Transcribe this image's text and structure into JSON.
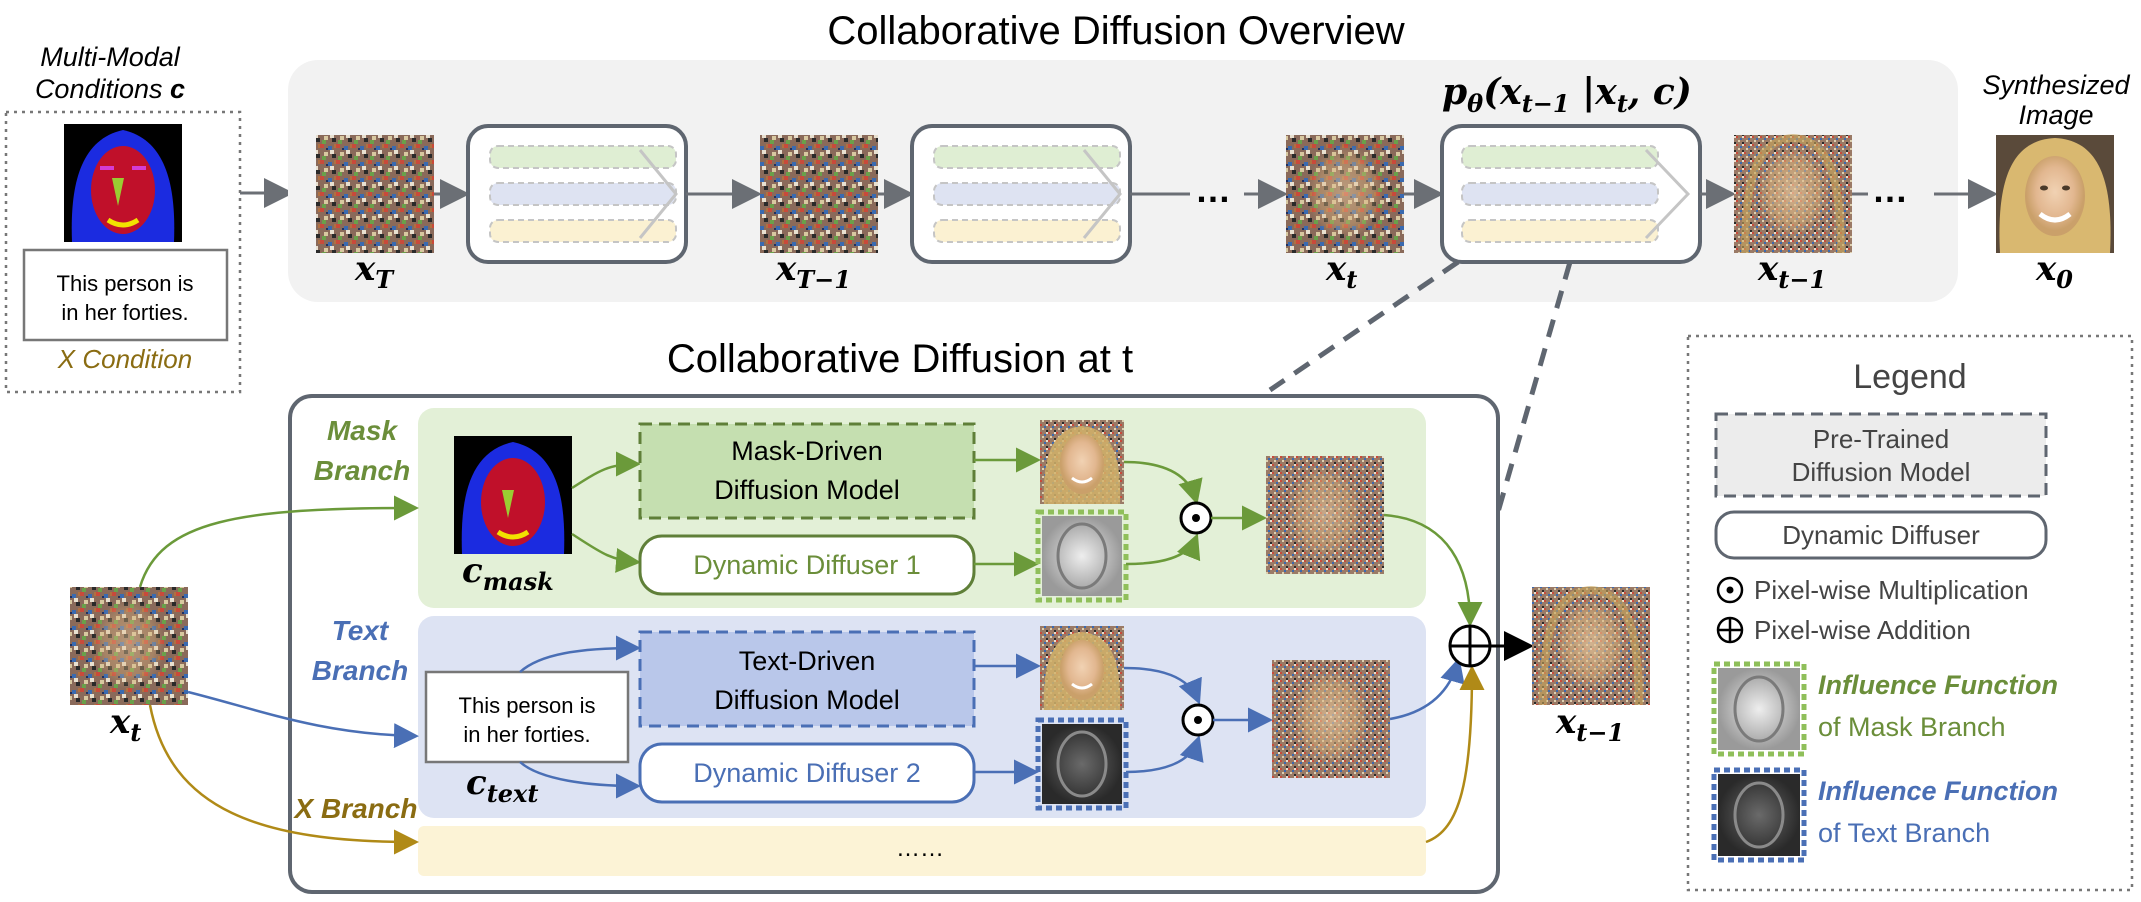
{
  "titles": {
    "overview": "Collaborative Diffusion Overview",
    "at_t": "Collaborative Diffusion at t"
  },
  "conditions": {
    "header_line1": "Multi-Modal",
    "header_line2": "Conditions",
    "header_symbol": "c",
    "text_line1": "This person is",
    "text_line2": "in her forties.",
    "x_condition": "X Condition"
  },
  "output": {
    "header_line1": "Synthesized",
    "header_line2": "Image",
    "symbol": "x",
    "symbol_sub": "0"
  },
  "overview_chain": {
    "xT": {
      "base": "x",
      "sub": "T"
    },
    "xT1": {
      "base": "x",
      "sub": "T−1"
    },
    "xt": {
      "base": "x",
      "sub": "t"
    },
    "xt1": {
      "base": "x",
      "sub": "t−1"
    },
    "ellipsis": "…",
    "formula_p": "p",
    "formula_theta": "θ",
    "formula_rest": "(x",
    "formula_sub1": "t−1",
    "formula_bar": " |x",
    "formula_sub2": "t",
    "formula_end": ", c)"
  },
  "branches": {
    "mask_label_1": "Mask",
    "mask_label_2": "Branch",
    "text_label_1": "Text",
    "text_label_2": "Branch",
    "x_label": "X Branch",
    "mask_model_1": "Mask-Driven",
    "mask_model_2": "Diffusion Model",
    "mask_diffuser": "Dynamic Diffuser 1",
    "text_model_1": "Text-Driven",
    "text_model_2": "Diffusion Model",
    "text_diffuser": "Dynamic Diffuser 2",
    "text_box_1": "This person is",
    "text_box_2": "in her forties.",
    "c_mask_base": "c",
    "c_mask_sub": "mask",
    "c_text_base": "c",
    "c_text_sub": "text",
    "x_dots": "……",
    "xt_in_base": "x",
    "xt_in_sub": "t",
    "xt1_out_base": "x",
    "xt1_out_sub": "t−1"
  },
  "legend": {
    "title": "Legend",
    "pretrained_1": "Pre-Trained",
    "pretrained_2": "Diffusion Model",
    "dynamic": "Dynamic Diffuser",
    "mult": "Pixel-wise Multiplication",
    "add": "Pixel-wise Addition",
    "influence_mask_1": "Influence Function",
    "influence_mask_2": "of Mask Branch",
    "influence_text_1": "Influence Function",
    "influence_text_2": "of Text Branch"
  },
  "colors": {
    "green": "#6b8e3a",
    "green_bg": "#e3f0d7",
    "blue": "#4a6fb5",
    "blue_bg": "#dde3f3",
    "gold": "#b08a17",
    "gold_bg": "#fcf3d6",
    "gray_bg": "#f2f2f2",
    "frame": "#5f6670"
  }
}
